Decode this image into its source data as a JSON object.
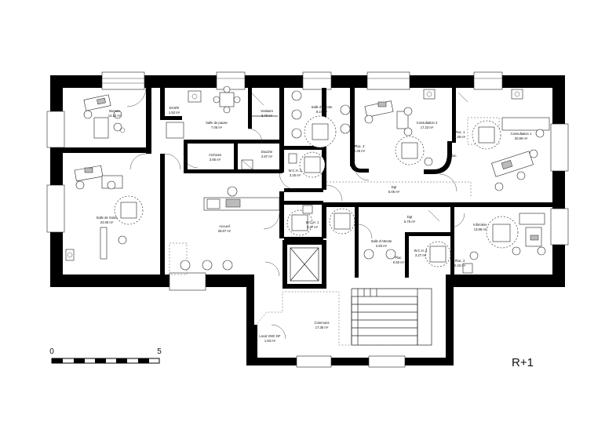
{
  "level": "R+1",
  "scale_bar": {
    "start": "0",
    "end": "5"
  },
  "rooms": [
    {
      "id": "bureau",
      "name": "Bureau",
      "area": "14.10 m²"
    },
    {
      "id": "dasri",
      "name": "DASRI",
      "area": "1.52 m²"
    },
    {
      "id": "salle-pause",
      "name": "Salle de pause",
      "area": "7.06 m²"
    },
    {
      "id": "vestiaire",
      "name": "Vestiaire",
      "area": "3.70 m²"
    },
    {
      "id": "archives",
      "name": "Archives",
      "area": "3.85 m²"
    },
    {
      "id": "douche",
      "name": "Douche",
      "area": "2.87 m²"
    },
    {
      "id": "salle-attente-1",
      "name": "Salle d'Attente",
      "area": "9.24 m²"
    },
    {
      "id": "consultation-2",
      "name": "Consultation 2",
      "area": "17.23 m²"
    },
    {
      "id": "consultation-1",
      "name": "Consultation 1",
      "area": "20.89 m²"
    },
    {
      "id": "plac-3",
      "name": "Plac. 3",
      "area": "0.46 m²"
    },
    {
      "id": "plac-1",
      "name": "Plac. 1",
      "area": "0.39 m²"
    },
    {
      "id": "plac-top",
      "name": "Plac.",
      "area": ""
    },
    {
      "id": "wch-2",
      "name": "W.C.H. 2",
      "area": "3.25 m²"
    },
    {
      "id": "wch-1",
      "name": "W.C.H. 1",
      "area": "3.27 m²"
    },
    {
      "id": "wch-3",
      "name": "W.C.H. 3",
      "area": "3.27 m²"
    },
    {
      "id": "salle-soins",
      "name": "Salle de Soins",
      "area": "24.06 m²"
    },
    {
      "id": "accueil",
      "name": "Accueil",
      "area": "28.67 m²"
    },
    {
      "id": "dgt-1",
      "name": "Dgt",
      "area": "6.05 m²"
    },
    {
      "id": "dgt-2",
      "name": "Dgt",
      "area": "5.75 m²"
    },
    {
      "id": "salle-attente-2",
      "name": "Salle d'Attente",
      "area": "2.83 m²"
    },
    {
      "id": "infirmiere",
      "name": "Infirmière",
      "area": "13.86 m²"
    },
    {
      "id": "plac-2",
      "name": "Plac. 2",
      "area": "0.43 m²"
    },
    {
      "id": "plac-bottom",
      "name": "Plac.",
      "area": "0.60 m²"
    },
    {
      "id": "communs",
      "name": "Communs",
      "area": "17.36 m²"
    },
    {
      "id": "local-vmc",
      "name": "Local VMC DF",
      "area": "1.83 m²"
    }
  ]
}
